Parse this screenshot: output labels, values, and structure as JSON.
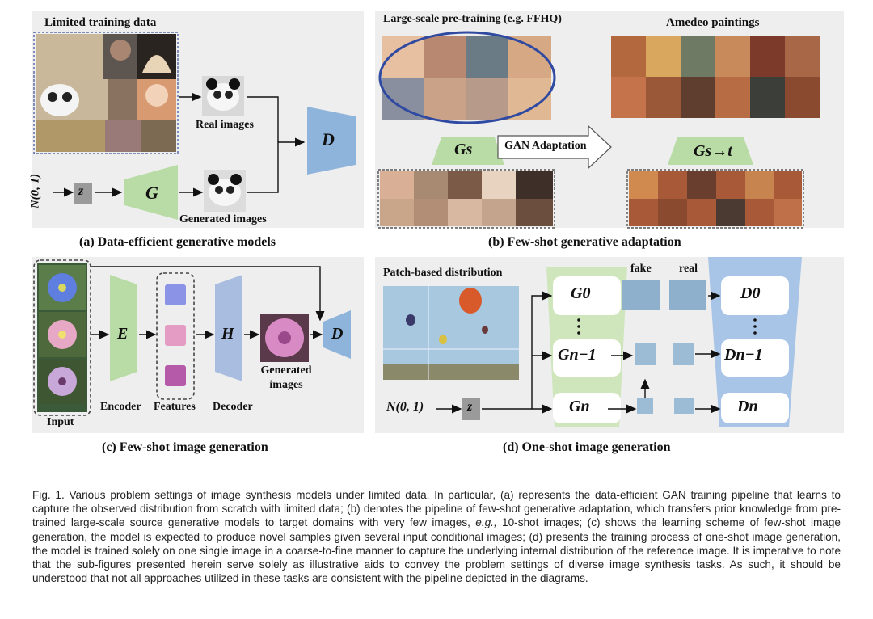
{
  "panel_a": {
    "label_training": "Limited training data",
    "label_real": "Real images",
    "label_generated": "Generated images",
    "label_noise": "N(0, 1)",
    "label_z": "z",
    "label_g": "G",
    "label_d": "D",
    "caption": "(a) Data-efficient generative models"
  },
  "panel_b": {
    "label_pretraining": "Large-scale pre-training (e.g. FFHQ)",
    "label_target": "Amedeo paintings",
    "label_gs": "Gs",
    "label_adapt": "GAN Adaptation",
    "label_gst": "Gs→t",
    "caption": "(b) Few-shot generative adaptation"
  },
  "panel_c": {
    "label_input": "Input",
    "label_encoder": "Encoder",
    "label_features": "Features",
    "label_decoder": "Decoder",
    "label_generated": "Generated images",
    "label_e": "E",
    "label_h": "H",
    "label_d": "D",
    "caption": "(c) Few-shot image generation"
  },
  "panel_d": {
    "label_patch": "Patch-based distribution",
    "label_fake": "fake",
    "label_real": "real",
    "label_noise": "N(0, 1)",
    "label_z": "z",
    "label_g0": "G0",
    "label_gn1": "Gn−1",
    "label_gn": "Gn",
    "label_d0": "D0",
    "label_dn1": "Dn−1",
    "label_dn": "Dn",
    "caption": "(d) One-shot image generation"
  },
  "figure_caption": {
    "p1": "Fig. 1. Various problem settings of image synthesis models under limited data. In particular, (a) represents the data-efficient GAN training pipeline that learns to capture the observed distribution from scratch with limited data; (b) denotes the pipeline of few-shot generative adaptation, which transfers prior knowledge from pre-trained large-scale source generative models to target domains with very few images, ",
    "eg": "e.g.,",
    "p2": " 10-shot images; (c) shows the learning scheme of few-shot image generation, the model is expected to produce novel samples given several input conditional images; (d) presents the training process of one-shot image generation, the model is trained solely on one single image in a coarse-to-fine manner to capture the underlying internal distribution of the reference image. It is imperative to note that the sub-figures presented herein serve solely as illustrative aids to convey the problem settings of diverse image synthesis tasks. As such, it should be understood that not all approaches utilized in these tasks are consistent with the pipeline depicted in the diagrams."
  },
  "colors": {
    "panel_bg": "#eeeeee",
    "generator_green": "#b9dca6",
    "discriminator_blue": "#8fb4dc",
    "decoder_blue": "#a9bde0",
    "ellipse_blue": "#2f4aa0",
    "feature_blue": "#8b93e6",
    "feature_pink": "#e49cc4",
    "feature_purple": "#b45aa8"
  }
}
